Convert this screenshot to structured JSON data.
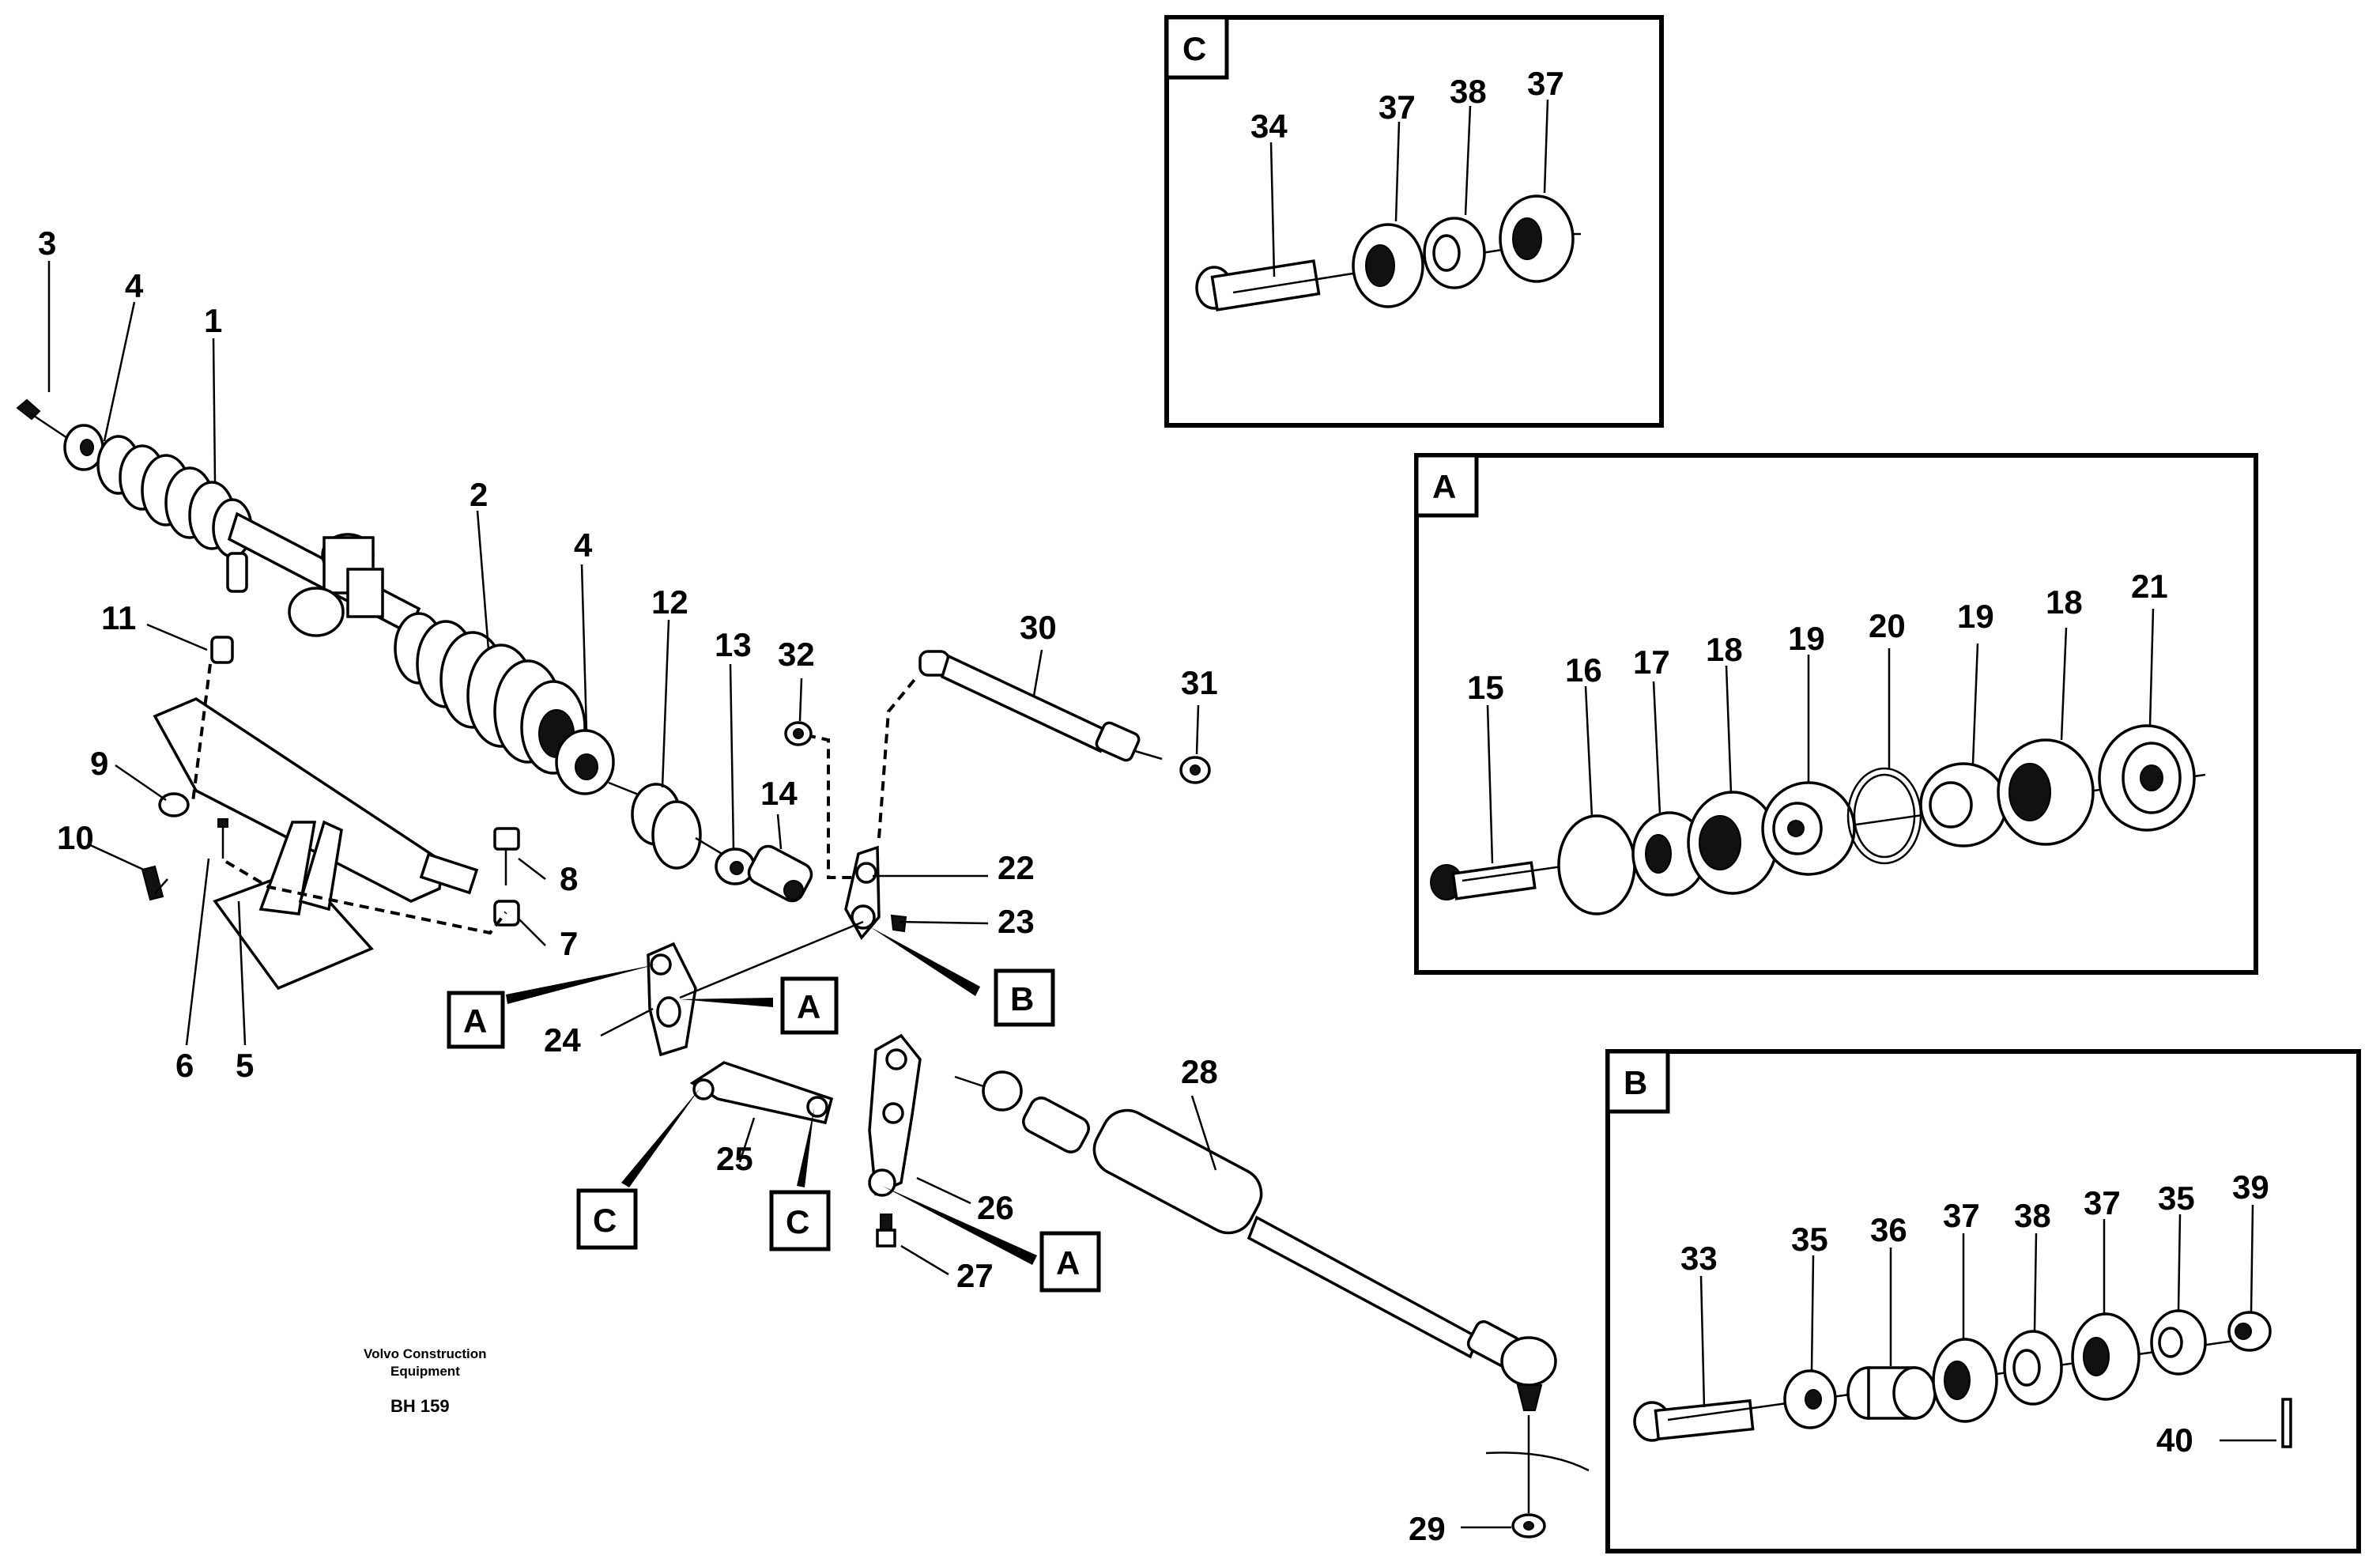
{
  "caption": {
    "line1": "Volvo Construction",
    "line2": "Equipment",
    "code": "BH 159"
  },
  "detail_boxes": {
    "C": {
      "letter": "C",
      "parts": [
        "34",
        "37",
        "38",
        "37"
      ]
    },
    "A": {
      "letter": "A",
      "parts": [
        "15",
        "16",
        "17",
        "18",
        "19",
        "20",
        "19",
        "18",
        "21"
      ]
    },
    "B": {
      "letter": "B",
      "parts": [
        "33",
        "35",
        "36",
        "37",
        "38",
        "37",
        "35",
        "39",
        "40"
      ]
    }
  },
  "main_parts": [
    "1",
    "2",
    "3",
    "4",
    "4",
    "5",
    "6",
    "7",
    "8",
    "9",
    "10",
    "11",
    "12",
    "13",
    "14",
    "22",
    "23",
    "24",
    "25",
    "26",
    "27",
    "28",
    "29",
    "30",
    "31",
    "32"
  ],
  "callout_tags": [
    "A",
    "A",
    "A",
    "B",
    "C",
    "C"
  ]
}
